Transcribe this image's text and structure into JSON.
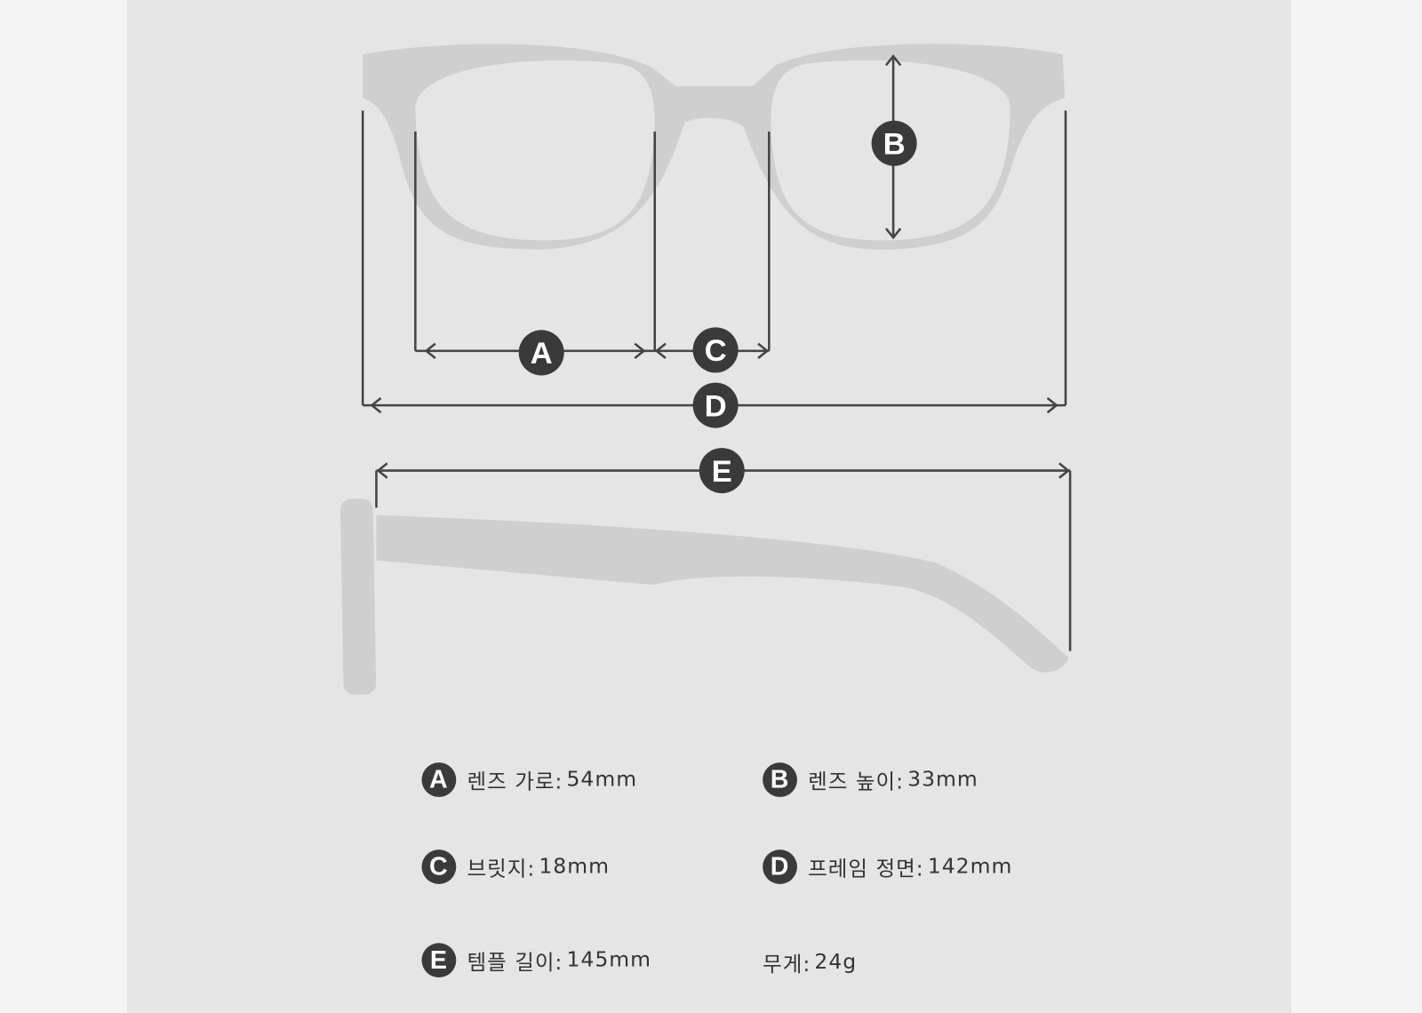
{
  "badges": {
    "a": "A",
    "b": "B",
    "c": "C",
    "d": "D",
    "e": "E"
  },
  "specs": [
    {
      "badge": "A",
      "label": "렌즈 가로:",
      "value": "54mm"
    },
    {
      "badge": "B",
      "label": "렌즈 높이:",
      "value": "33mm"
    },
    {
      "badge": "C",
      "label": "브릿지:",
      "value": "18mm"
    },
    {
      "badge": "D",
      "label": "프레임 정면:",
      "value": "142mm"
    },
    {
      "badge": "E",
      "label": "템플 길이:",
      "value": "145mm"
    },
    {
      "badge": "",
      "label": "무게:",
      "value": "24g"
    }
  ],
  "colors": {
    "frame": "#cfcfcf",
    "line": "#444444",
    "badge": "#3a3a3a",
    "panel": "#e5e5e5"
  }
}
